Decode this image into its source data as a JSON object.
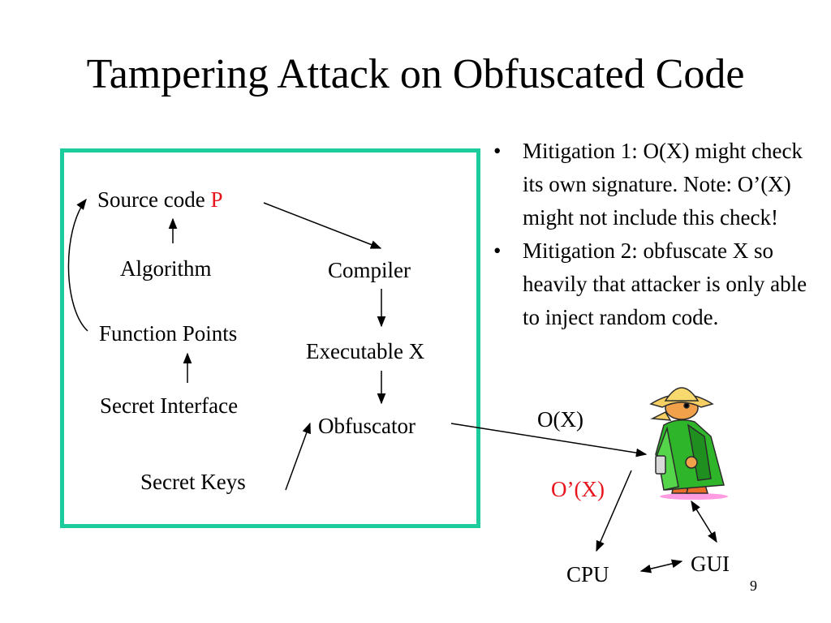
{
  "title": "Tampering Attack on Obfuscated Code",
  "diagram": {
    "source_code_text": "Source code ",
    "source_code_p": "P",
    "algorithm": "Algorithm",
    "function_points": "Function Points",
    "secret_interface": "Secret Interface",
    "secret_keys": "Secret Keys",
    "compiler": "Compiler",
    "executable": "Executable X",
    "obfuscator": "Obfuscator",
    "ox": "O(X)",
    "oprime": "O’(X)",
    "cpu": "CPU",
    "gui": "GUI",
    "box_color": "#1dcc9c",
    "highlight_color": "#e8141c",
    "attacker_image": "spy-character-icon"
  },
  "bullets": [
    "Mitigation 1: O(X) might check its own signature. Note: O’(X) might not include this check!",
    "Mitigation 2: obfuscate X so heavily that attacker is only able to inject random code."
  ],
  "page_number": "9"
}
